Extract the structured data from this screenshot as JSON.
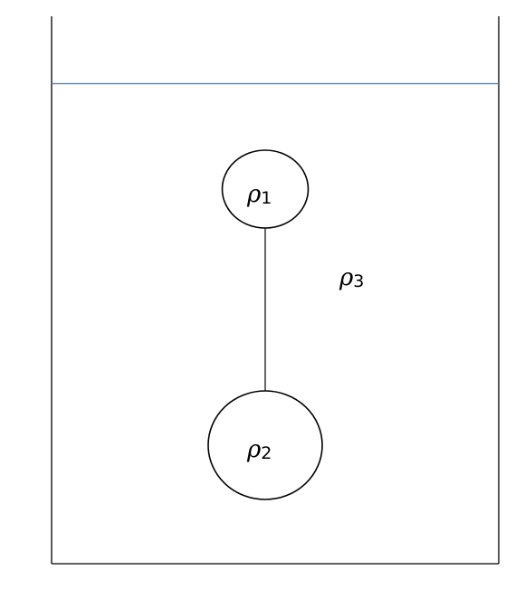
{
  "labels": {
    "upper_ball": {
      "symbol": "ρ",
      "subscript": "1"
    },
    "lower_ball": {
      "symbol": "ρ",
      "subscript": "2"
    },
    "liquid": {
      "symbol": "ρ",
      "subscript": "3"
    }
  },
  "colors": {
    "outline": "#000000",
    "liquid_surface": "#4a78a8",
    "background": "#ffffff"
  }
}
